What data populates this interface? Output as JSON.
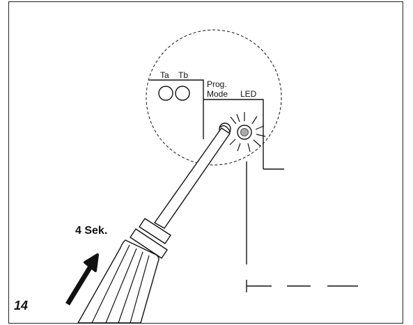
{
  "figure": {
    "number": "14",
    "duration": "4 Sek.",
    "labels": {
      "ta": "Ta",
      "tb": "Tb",
      "prog_line1": "Prog.",
      "prog_line2": "Mode",
      "led": "LED"
    },
    "icons": [
      "screwdriver-icon",
      "arrow-up-right-icon",
      "led-light-icon"
    ]
  }
}
